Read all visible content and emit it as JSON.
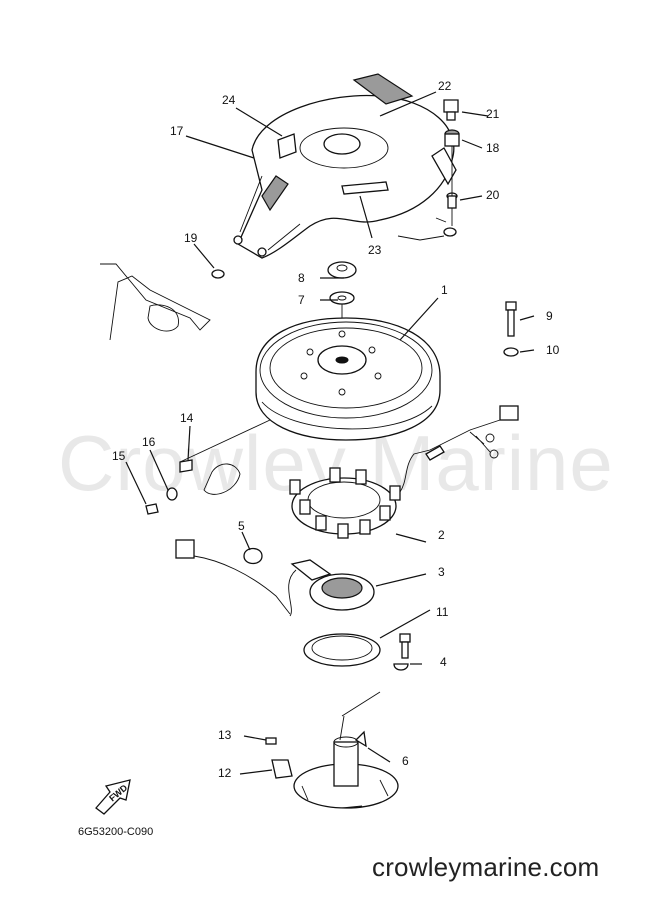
{
  "diagram": {
    "drawing_code": "6G53200-C090",
    "website": "crowleymarine.com",
    "watermark": "Crowley Marine",
    "fwd_label": "FWD",
    "callouts": [
      "1",
      "2",
      "3",
      "4",
      "5",
      "6",
      "7",
      "8",
      "9",
      "10",
      "11",
      "12",
      "13",
      "14",
      "15",
      "16",
      "17",
      "18",
      "19",
      "20",
      "21",
      "22",
      "23",
      "24"
    ]
  }
}
